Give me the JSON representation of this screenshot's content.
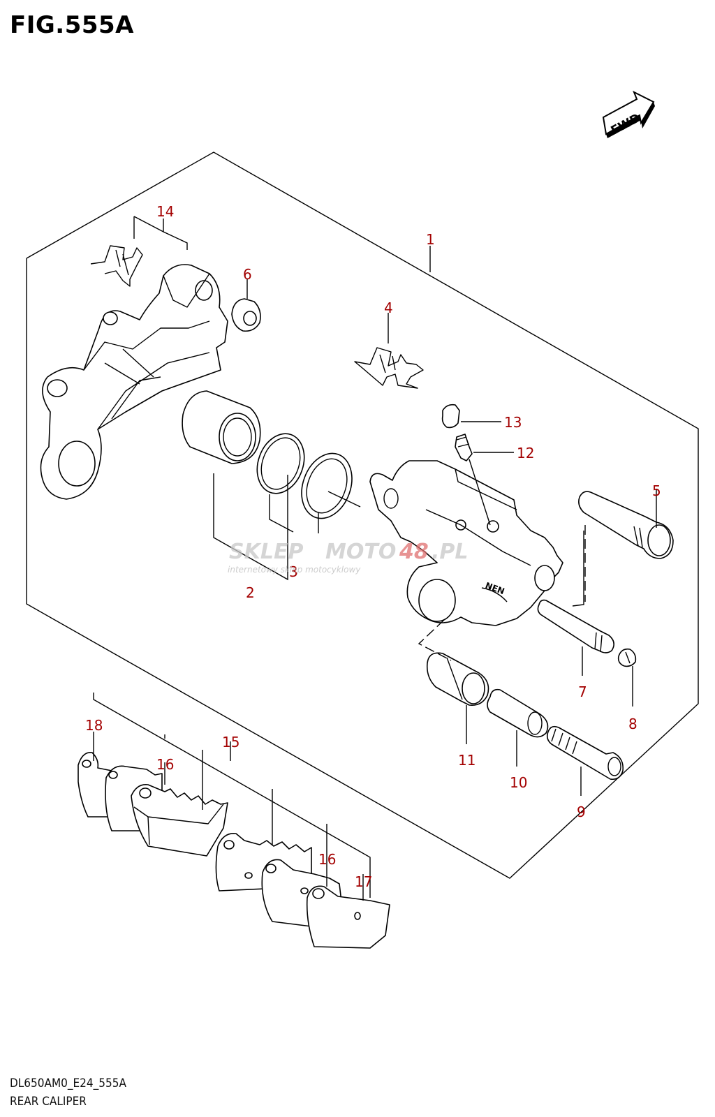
{
  "figure_title": "FIG.555A",
  "fwd_label": "FWD",
  "watermark": {
    "brand_part1": "SKLEP",
    "brand_part2": "MOTO",
    "brand_part3": "48",
    "brand_part4": ".PL",
    "tagline": "internetowy sklep motocyklowy"
  },
  "callouts": {
    "c1": "1",
    "c2": "2",
    "c3": "3",
    "c4": "4",
    "c5": "5",
    "c6": "6",
    "c7": "7",
    "c8": "8",
    "c9": "9",
    "c10": "10",
    "c11": "11",
    "c12": "12",
    "c13": "13",
    "c14": "14",
    "c15": "15",
    "c16a": "16",
    "c16b": "16",
    "c17": "17",
    "c18": "18"
  },
  "footer": {
    "code": "DL650AM0_E24_555A",
    "name": "REAR CALIPER"
  },
  "colors": {
    "callout": "#a30000",
    "watermark_gray": "#c8c8c8",
    "watermark_red": "#e07070"
  }
}
